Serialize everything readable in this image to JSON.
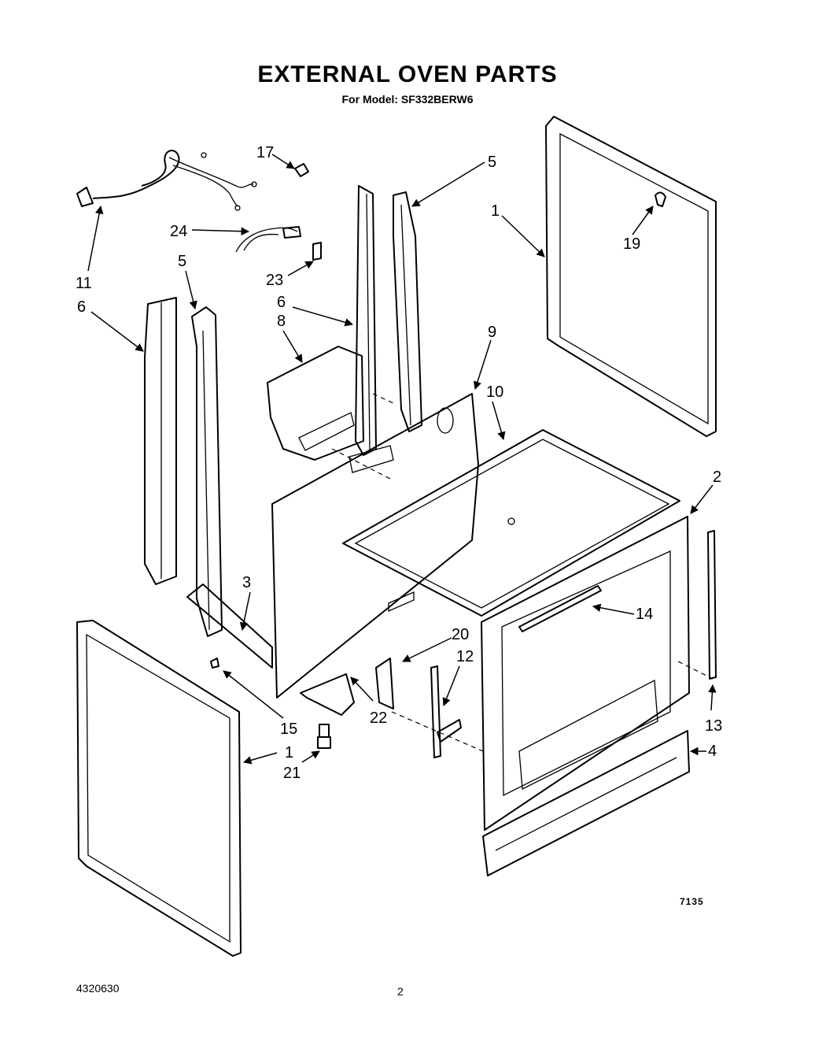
{
  "header": {
    "title": "EXTERNAL OVEN PARTS",
    "subtitle": "For Model: SF332BERW6"
  },
  "footer": {
    "doc_number": "4320630",
    "page_number": "2",
    "figure_code": "7135"
  },
  "callouts": [
    "17",
    "5",
    "1",
    "19",
    "11",
    "24",
    "23",
    "5",
    "6",
    "6",
    "8",
    "9",
    "10",
    "2",
    "3",
    "14",
    "20",
    "12",
    "15",
    "22",
    "1",
    "21",
    "13",
    "4"
  ]
}
